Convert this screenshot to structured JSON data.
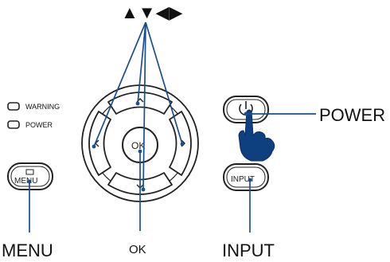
{
  "callouts": {
    "arrows": "▲▼◀▶",
    "power": "POWER",
    "menu": "MENU",
    "ok": "OK",
    "input": "INPUT"
  },
  "indicators": {
    "warning": "WARNING",
    "power": "POWER"
  },
  "buttons": {
    "ok": "OK",
    "menu": "MENU",
    "input": "INPUT"
  },
  "colors": {
    "leader_line": "#1a4f8f",
    "hand": "#0e3f7f",
    "outline": "#222222"
  }
}
